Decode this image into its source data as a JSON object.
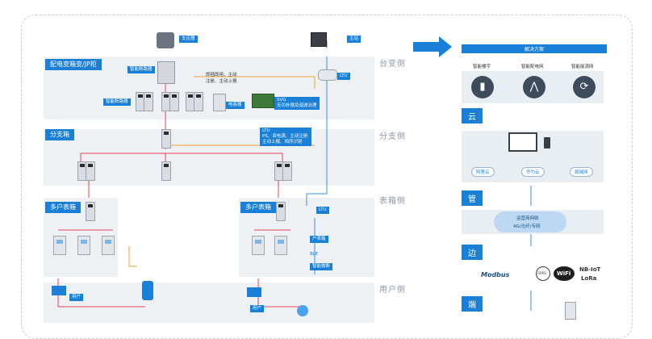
{
  "sections": {
    "box_cabinet": "配电变箱变/JP柜",
    "branch_box": "分支箱",
    "multi_meter_1": "多户表箱",
    "multi_meter_2": "多户表箱"
  },
  "side_labels": {
    "transformer": "台变侧",
    "branch": "分支侧",
    "meter_box": "表箱侧",
    "user": "用户侧"
  },
  "top": {
    "concentrator": "支应器",
    "master_station": "主站",
    "ltu_top": "LTU"
  },
  "devices": {
    "smart_breaker_1": "智能断路器",
    "smart_breaker_2": "智能断路器",
    "capacitor": "电容器",
    "note_line1": "即插即用，主动",
    "note_line2": "注册、主动上报",
    "svg": "SVG",
    "svg_desc": "无功补偿及谐波治理",
    "ltu_branch": "LTU",
    "ltu_branch_desc1": "PS、双电源、主动注册",
    "ltu_branch_desc2": "主动上报、相序识别",
    "ltu_meter": "LTU",
    "user_meter_box": "户表箱",
    "ble": "BLE",
    "smart_microbreaker": "智能微断",
    "user_1": "用户",
    "user_2": "用户"
  },
  "right": {
    "solution_title": "解决方案",
    "solutions": [
      "智能楼宇",
      "智能配电网",
      "智能能源网"
    ],
    "solution_icons": [
      "building-icon",
      "tower-icon",
      "energy-icon"
    ],
    "cloud_tag": "云",
    "clouds": [
      "阿里云",
      "华为云",
      "局域网"
    ],
    "manage_tag": "管",
    "network_line1": "运营商网络",
    "network_line2": "4G/光纤/专网",
    "edge_tag": "边",
    "protocols": [
      "Modbus",
      "GPRS",
      "WiFi",
      "NB-IoT",
      "LoRa"
    ],
    "end_tag": "端"
  },
  "colors": {
    "accent": "#1a7fd6",
    "wire_red": "#e4415a",
    "wire_orange": "#f0a23a",
    "wire_blue": "#3a8fe0",
    "band": "#eef1f4"
  }
}
